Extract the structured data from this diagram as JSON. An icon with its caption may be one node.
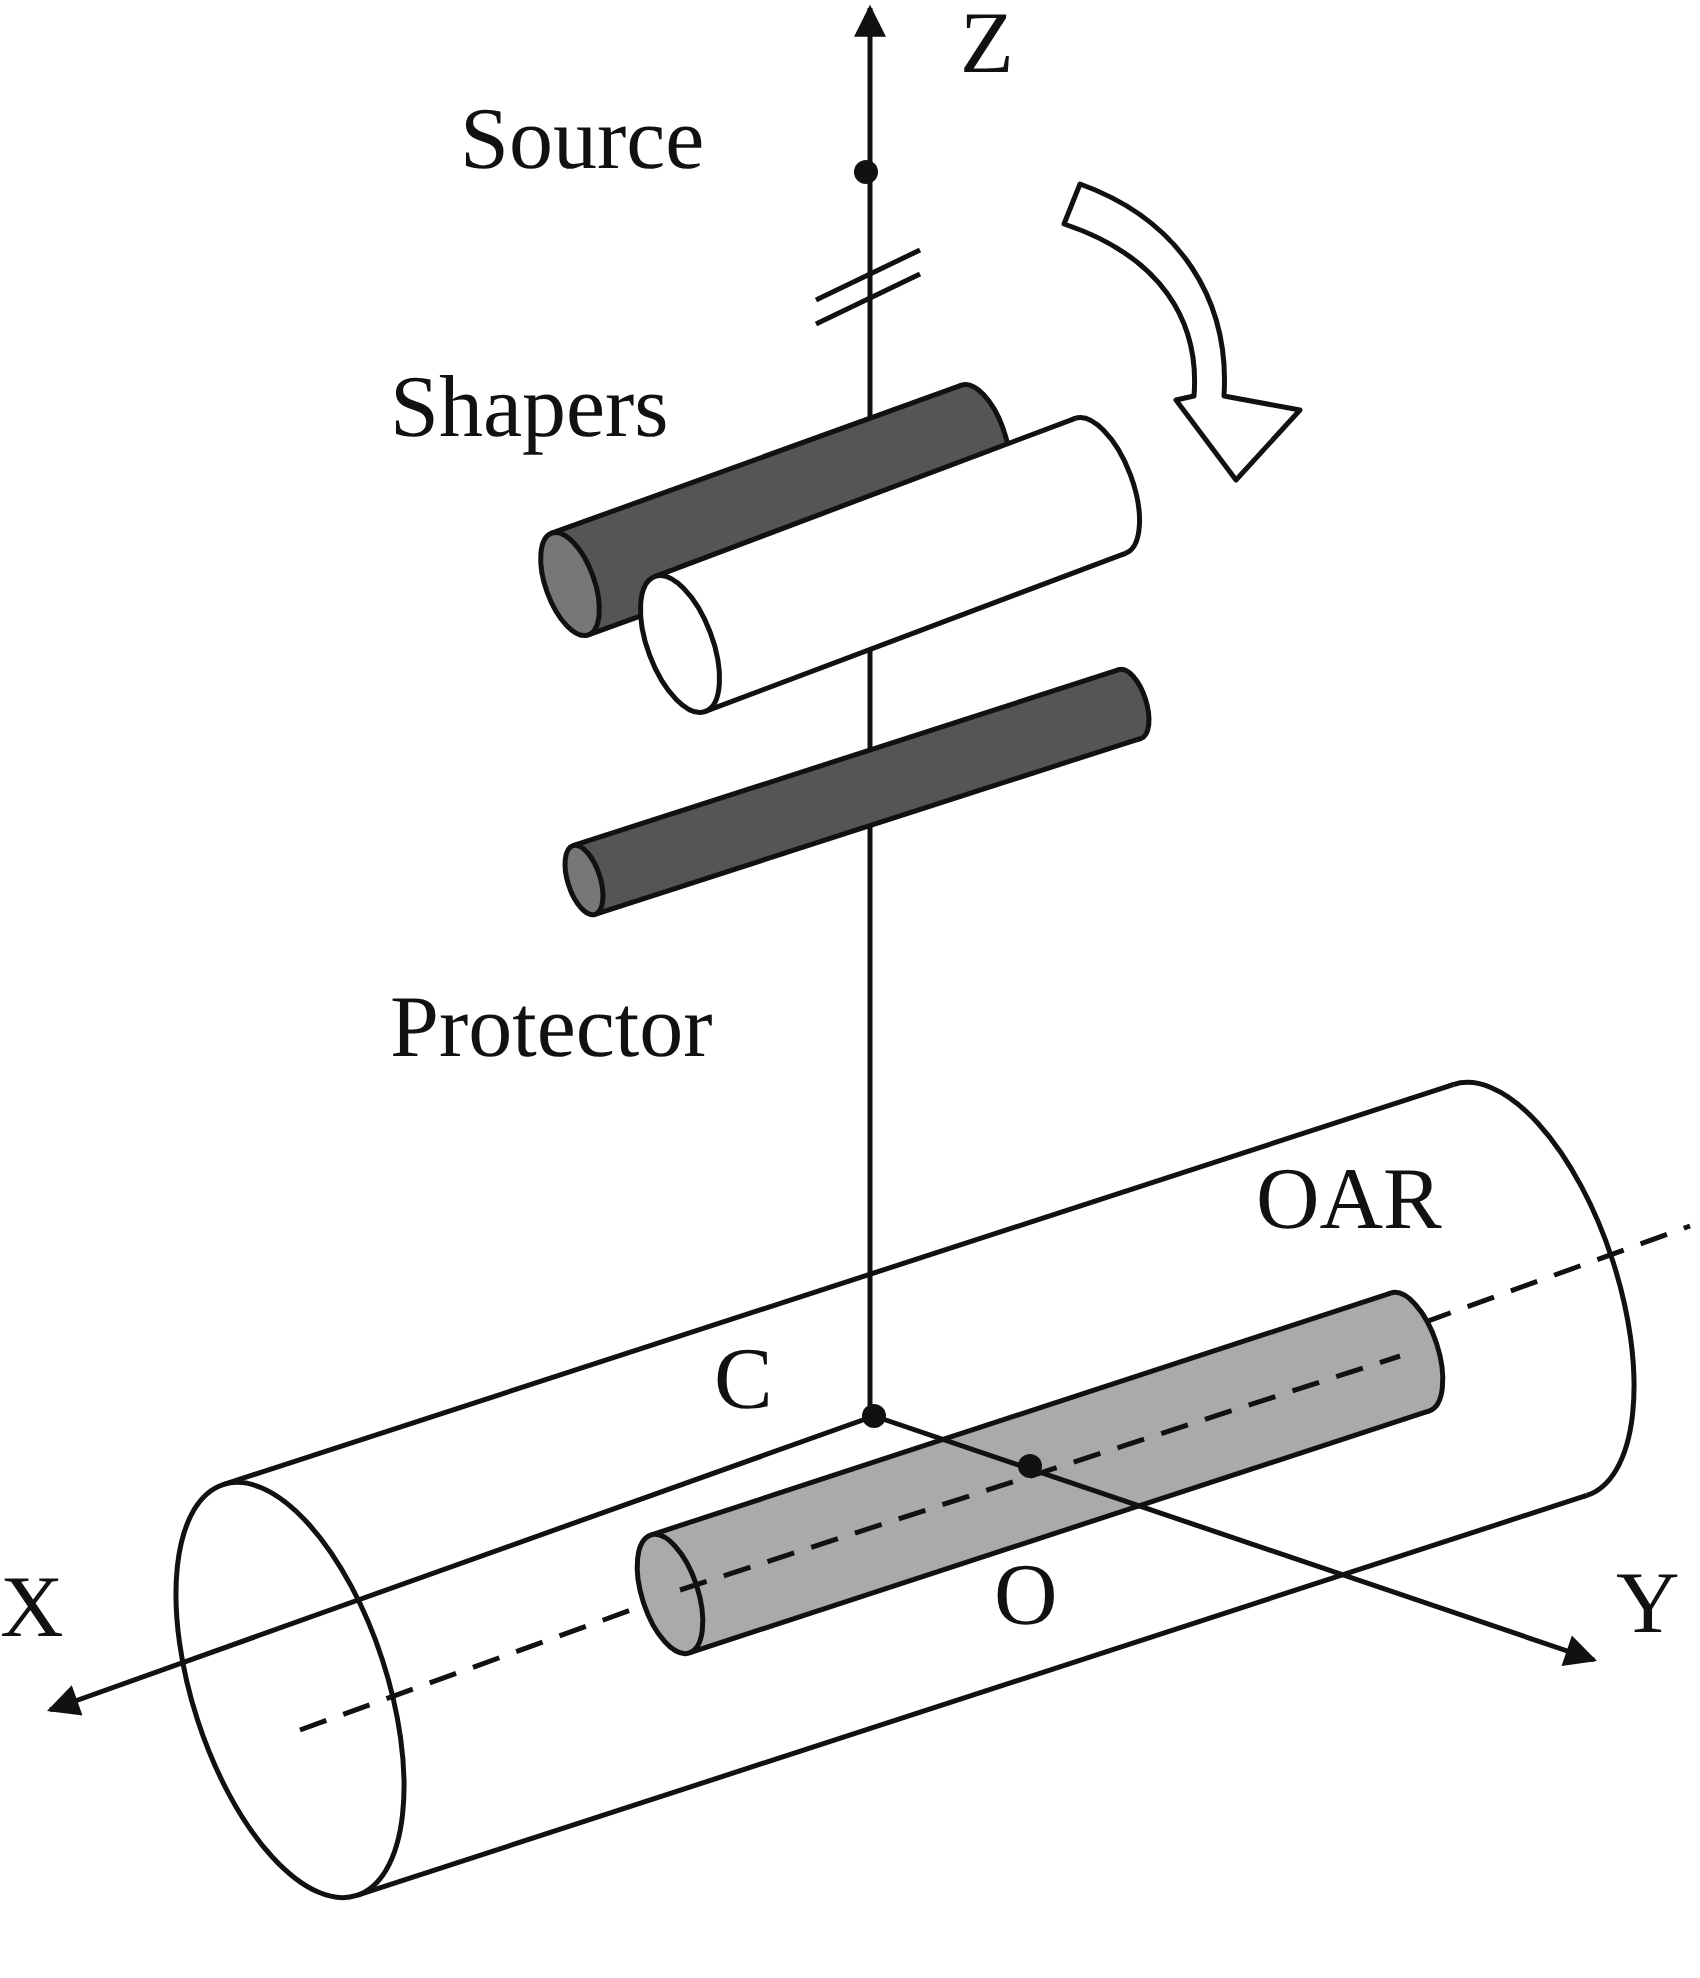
{
  "diagram": {
    "labels": [
      "Z",
      "Source",
      "Shapers",
      "Protector",
      "OAR",
      "C",
      "X",
      "O",
      "Y"
    ]
  }
}
